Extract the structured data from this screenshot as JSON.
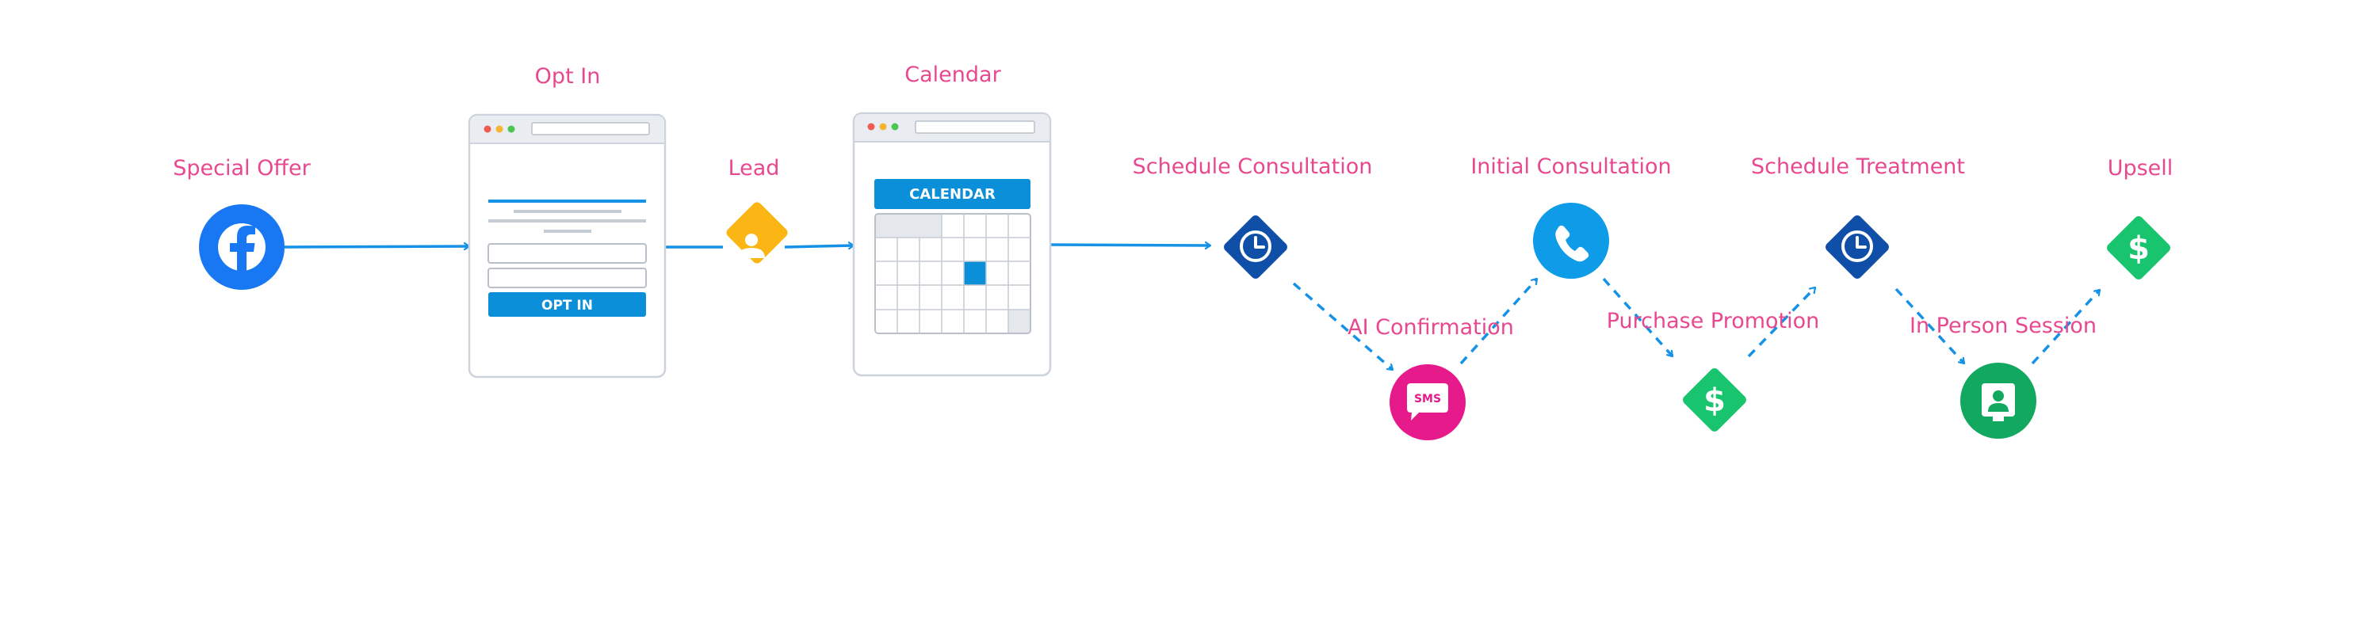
{
  "labels": {
    "special_offer": "Special Offer",
    "opt_in": "Opt In",
    "lead": "Lead",
    "calendar": "Calendar",
    "schedule_consultation": "Schedule Consultation",
    "ai_confirmation": "AI Confirmation",
    "initial_consultation": "Initial Consultation",
    "purchase_promotion": "Purchase Promotion",
    "schedule_treatment": "Schedule Treatment",
    "in_person_session": "In Person Session",
    "upsell": "Upsell"
  },
  "optin_card": {
    "button": "OPT IN"
  },
  "calendar_card": {
    "header": "CALENDAR"
  },
  "sms_icon_text": "SMS",
  "colors": {
    "label": "#e8488f",
    "arrow": "#1592e6",
    "facebook": "#1877f2",
    "lead": "#fbb615",
    "clock": "#0f4fa8",
    "phone": "#0e9be8",
    "sms": "#e71a8c",
    "dollar": "#19c46e",
    "session": "#13a860",
    "card_button": "#0a8fd8"
  }
}
